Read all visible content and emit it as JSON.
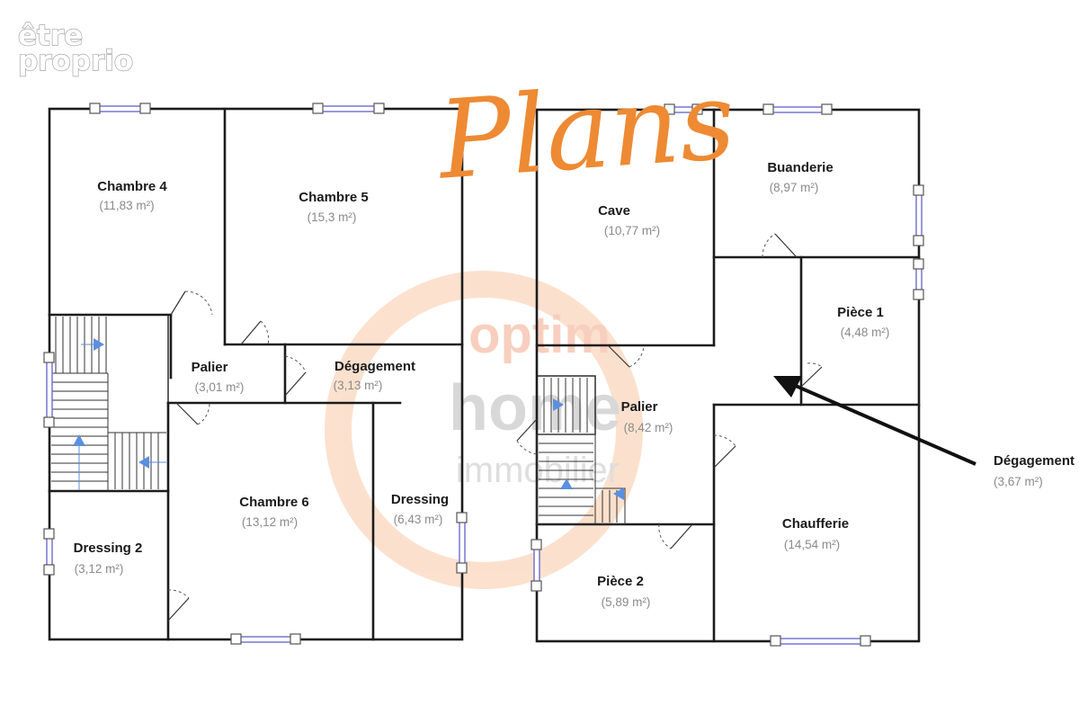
{
  "brand": {
    "logo_line1": "être",
    "logo_line2": "proprio"
  },
  "title": "Plans",
  "watermark": {
    "line1": "optim",
    "line2": "home",
    "line3": "immobilier",
    "color": "#f6b48a"
  },
  "rooms": {
    "chambre4": {
      "name": "Chambre 4",
      "area": "(11,83 m²)"
    },
    "chambre5": {
      "name": "Chambre 5",
      "area": "(15,3 m²)"
    },
    "palier_left": {
      "name": "Palier",
      "area": "(3,01 m²)"
    },
    "degagement_left": {
      "name": "Dégagement",
      "area": "(3,13 m²)"
    },
    "chambre6": {
      "name": "Chambre 6",
      "area": "(13,12 m²)"
    },
    "dressing": {
      "name": "Dressing",
      "area": "(6,43 m²)"
    },
    "dressing2": {
      "name": "Dressing 2",
      "area": "(3,12 m²)"
    },
    "cave": {
      "name": "Cave",
      "area": "(10,77 m²)"
    },
    "buanderie": {
      "name": "Buanderie",
      "area": "(8,97 m²)"
    },
    "piece1": {
      "name": "Pièce 1",
      "area": "(4,48 m²)"
    },
    "palier_right": {
      "name": "Palier",
      "area": "(8,42 m²)"
    },
    "chaufferie": {
      "name": "Chaufferie",
      "area": "(14,54 m²)"
    },
    "piece2": {
      "name": "Pièce 2",
      "area": "(5,89 m²)"
    }
  },
  "callout": {
    "name": "Dégagement",
    "area": "(3,67 m²)"
  },
  "colors": {
    "wall": "#1c1c1c",
    "window": "#6b6bd0",
    "stair_arrow": "#5b8fe0",
    "title": "#ee8a33",
    "watermark": "#f6b48a"
  }
}
